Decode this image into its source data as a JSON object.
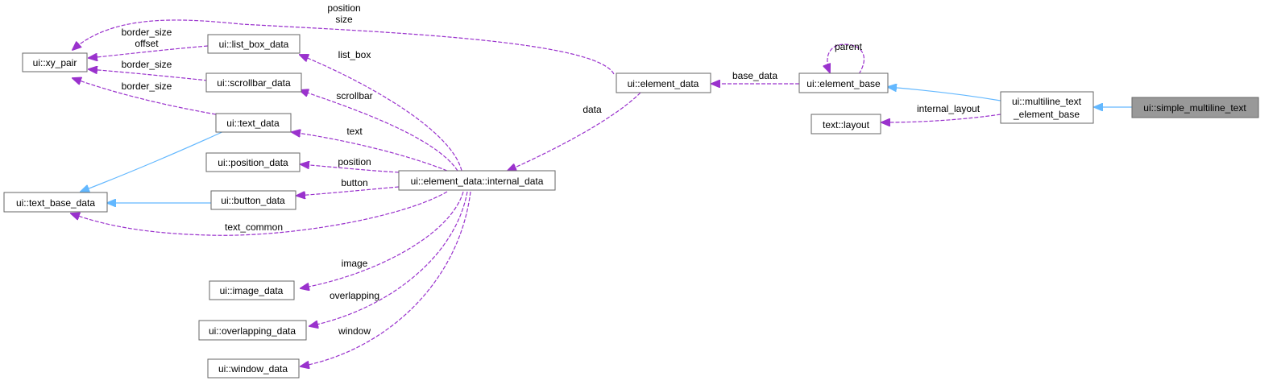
{
  "nodes": {
    "xy_pair": "ui::xy_pair",
    "list_box_data": "ui::list_box_data",
    "scrollbar_data": "ui::scrollbar_data",
    "text_data": "ui::text_data",
    "position_data": "ui::position_data",
    "button_data": "ui::button_data",
    "text_base_data": "ui::text_base_data",
    "image_data": "ui::image_data",
    "overlapping_data": "ui::overlapping_data",
    "window_data": "ui::window_data",
    "internal_data": "ui::element_data::internal_data",
    "element_data": "ui::element_data",
    "element_base": "ui::element_base",
    "text_layout": "text::layout",
    "multiline_line1": "ui::multiline_text",
    "multiline_line2": "_element_base",
    "simple_multiline_text": "ui::simple_multiline_text"
  },
  "edge_labels": {
    "position": "position",
    "size": "size",
    "border_size_list": "border_size",
    "offset": "offset",
    "border_size_scroll": "border_size",
    "border_size_text": "border_size",
    "list_box": "list_box",
    "scrollbar": "scrollbar",
    "text": "text",
    "position2": "position",
    "button": "button",
    "text_common": "text_common",
    "image": "image",
    "overlapping": "overlapping",
    "window": "window",
    "data": "data",
    "base_data": "base_data",
    "parent": "parent",
    "internal_layout": "internal_layout"
  },
  "colors": {
    "inheritance": "#63b8ff",
    "usage": "#9a32cd",
    "highlight_fill": "#999999",
    "border": "#666666"
  }
}
